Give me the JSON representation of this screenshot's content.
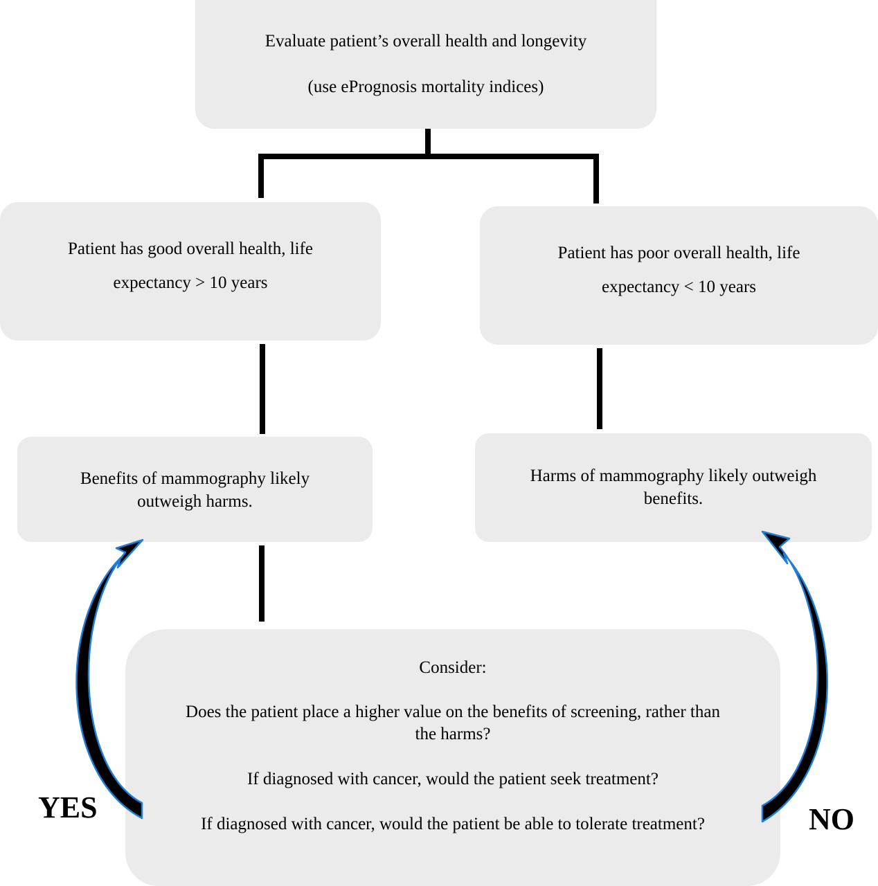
{
  "top_box": {
    "line1": "Evaluate patient’s overall health and longevity",
    "line2": "(use ePrognosis mortality indices)"
  },
  "left_branch": {
    "line1": "Patient has good overall health, life",
    "line2": "expectancy > 10 years"
  },
  "right_branch": {
    "line1": "Patient has poor overall health, life",
    "line2": "expectancy < 10 years"
  },
  "left_outcome": {
    "line1": "Benefits of mammography likely",
    "line2": "outweigh harms."
  },
  "right_outcome": {
    "line1": "Harms of mammography likely outweigh",
    "line2": "benefits."
  },
  "consider_box": {
    "heading": "Consider:",
    "question1_line1": "Does the patient place a higher value on the benefits of screening, rather than",
    "question1_line2": "the harms?",
    "question2": "If diagnosed with cancer, would the patient seek treatment?",
    "question3": "If diagnosed with cancer, would the patient be able to tolerate treatment?"
  },
  "answers": {
    "yes": "YES",
    "no": "NO"
  },
  "colors": {
    "box_fill": "#ebebeb",
    "connector": "#000000",
    "arrow_fill": "#000000",
    "arrow_outline": "#1f7fd6"
  }
}
